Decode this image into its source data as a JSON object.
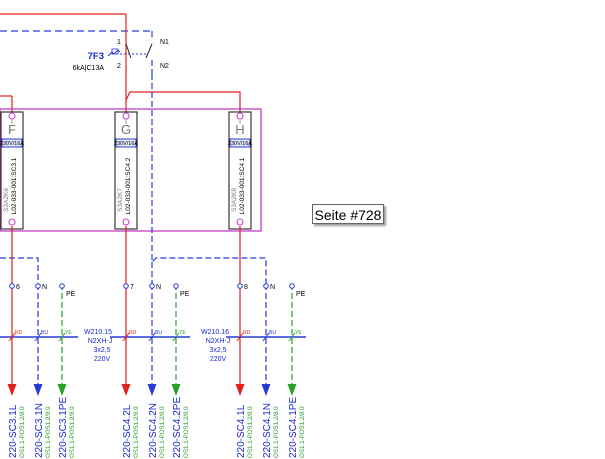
{
  "colors": {
    "line_red": "#e0201d",
    "line_blue": "#2a3bd6",
    "line_green": "#2aa12a",
    "outline_magenta": "#c030c0",
    "terminal_magenta": "#cc44cc",
    "text_blue": "#1a2ad0",
    "text_green": "#2a9a2a",
    "text_grey": "#555555",
    "text_red": "#d02020"
  },
  "breaker_7F3": {
    "tag": "7F3",
    "rating": "6kA|C13A",
    "terminal_top_left": "1",
    "terminal_bottom_left": "2",
    "terminal_top_right": "N1",
    "terminal_bottom_right": "N2"
  },
  "modules": [
    {
      "letter": "F",
      "rating": "230V/16A",
      "id": "S3A2K6",
      "code": "L02-033-001:SC3.1"
    },
    {
      "letter": "G",
      "rating": "230V/16A",
      "id": "S3A2K7",
      "code": "L02-033-001:SC4.2"
    },
    {
      "letter": "H",
      "rating": "230V/16A",
      "id": "S3A2K8",
      "code": "L02-033-001:SC4.1"
    }
  ],
  "terminals": [
    {
      "label": "6"
    },
    {
      "label": "N"
    },
    {
      "label": "PE"
    },
    {
      "label": "7"
    },
    {
      "label": "N"
    },
    {
      "label": "PE"
    },
    {
      "label": "8"
    },
    {
      "label": "N"
    },
    {
      "label": "PE"
    }
  ],
  "wire_colors": [
    {
      "label": "RD"
    },
    {
      "label": "BU"
    },
    {
      "label": "YE"
    },
    {
      "label": "RD"
    },
    {
      "label": "BU"
    },
    {
      "label": "YE"
    },
    {
      "label": "RD"
    },
    {
      "label": "BU"
    },
    {
      "label": "YE"
    }
  ],
  "cables": [
    {
      "name": "W210.15",
      "type": "N2XH-J",
      "section": "3x2,5",
      "voltage": "220V"
    },
    {
      "name": "W210.16",
      "type": "N2XH-J",
      "section": "3x2,5",
      "voltage": "220V"
    }
  ],
  "outputs": [
    {
      "signal": "220-SC3.1L",
      "ref": "OS1.1-POS1.2/8.0"
    },
    {
      "signal": "220-SC3.1N",
      "ref": "OS1.1-POS1.2/8.0"
    },
    {
      "signal": "220-SC3.1PE",
      "ref": "OS1.1-POS1.2/8.0"
    },
    {
      "signal": "220-SC4.2L",
      "ref": "OS1.1-POS1.2/8.0"
    },
    {
      "signal": "220-SC4.2N",
      "ref": "OS1.1-POS1.2/8.0"
    },
    {
      "signal": "220-SC4.2PE",
      "ref": "OS1.1-POS1.2/8.0"
    },
    {
      "signal": "220-SC4.1L",
      "ref": "OS1.1-POS1.2/8.0"
    },
    {
      "signal": "220-SC4.1N",
      "ref": "OS1.1-POS1.2/8.0"
    },
    {
      "signal": "220-SC4.1PE",
      "ref": "OS1.1-POS1.2/8.0"
    }
  ],
  "page_label": "Seite #728"
}
